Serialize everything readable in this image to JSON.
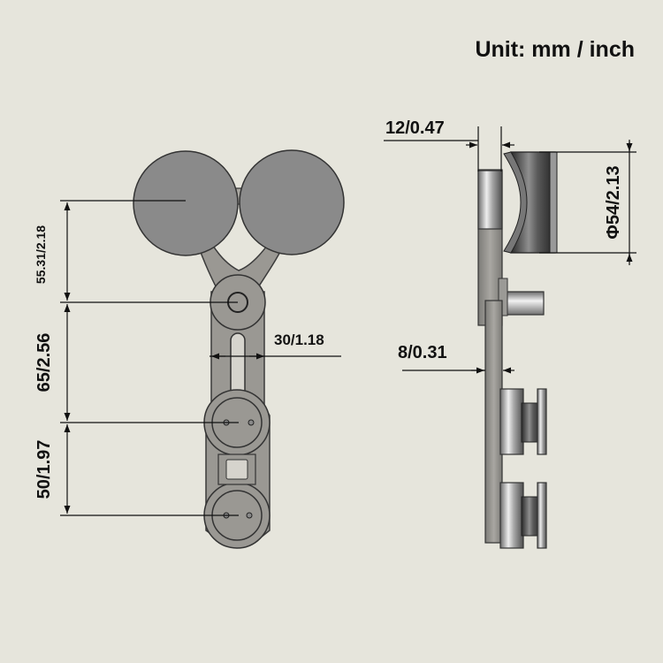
{
  "unit_label": "Unit: mm / inch",
  "front_view": {
    "dim_upper": "55.31/2.18",
    "dim_middle": "65/2.56",
    "dim_lower": "50/1.97",
    "dim_width": "30/1.18"
  },
  "side_view": {
    "dim_top": "12/0.47",
    "dim_wheel_diameter": "Φ54/2.13",
    "dim_plate": "8/0.31"
  },
  "colors": {
    "background": "#e6e5dc",
    "wheel_fill": "#8a8a8a",
    "bracket_fill": "#9a9893",
    "dimension_line": "#111111"
  }
}
